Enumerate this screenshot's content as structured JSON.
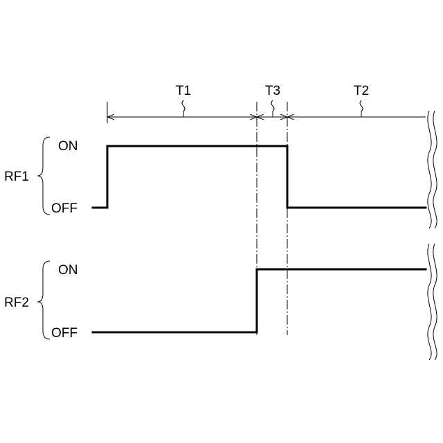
{
  "intervals": {
    "t1": "T1",
    "t3": "T3",
    "t2": "T2"
  },
  "signals": [
    {
      "name": "RF1",
      "on_label": "ON",
      "off_label": "OFF"
    },
    {
      "name": "RF2",
      "on_label": "ON",
      "off_label": "OFF"
    }
  ]
}
